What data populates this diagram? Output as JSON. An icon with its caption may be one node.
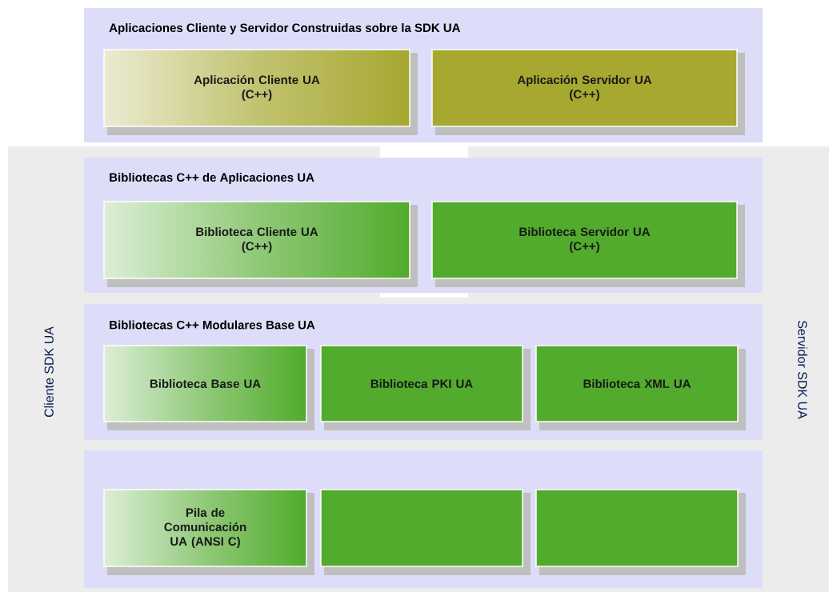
{
  "diagram": {
    "nodes": [
      {
        "text": [
          "Cliente SDK UA",
          "Servidor SDK UA"
        ]
      },
      {
        "text": [
          "Aplicaciones Cliente y Servidor Construidas sobre la SDK UA"
        ]
      },
      {
        "text": [
          "Aplicación Cliente UA",
          "(C++)"
        ],
        "in": 1
      },
      {
        "text": [
          "Aplicación Servidor UA",
          "(C++)"
        ],
        "in": 1
      },
      {
        "text": [
          "Bibliotecas C++ de Aplicaciones UA"
        ],
        "in": 0
      },
      {
        "text": [
          "Biblioteca Cliente UA",
          "(C++)"
        ],
        "in": 4
      },
      {
        "text": [
          "Biblioteca Servidor UA",
          "(C++)"
        ],
        "in": 4
      },
      {
        "text": [
          "Bibliotecas C++ Modulares Base UA"
        ],
        "in": 0
      },
      {
        "text": [
          "Biblioteca Base UA"
        ],
        "in": 7
      },
      {
        "text": [
          "Biblioteca PKI UA"
        ],
        "in": 7
      },
      {
        "text": [
          "Biblioteca XML UA"
        ],
        "in": 7
      },
      {
        "text": [],
        "shape": "box",
        "in": 0
      },
      {
        "text": [
          "Pila de Comunicación UA (ANSI C)"
        ],
        "in": 11
      },
      {
        "text": [],
        "shape": "box",
        "in": 11
      },
      {
        "text": [],
        "shape": "box",
        "in": 11
      }
    ]
  }
}
